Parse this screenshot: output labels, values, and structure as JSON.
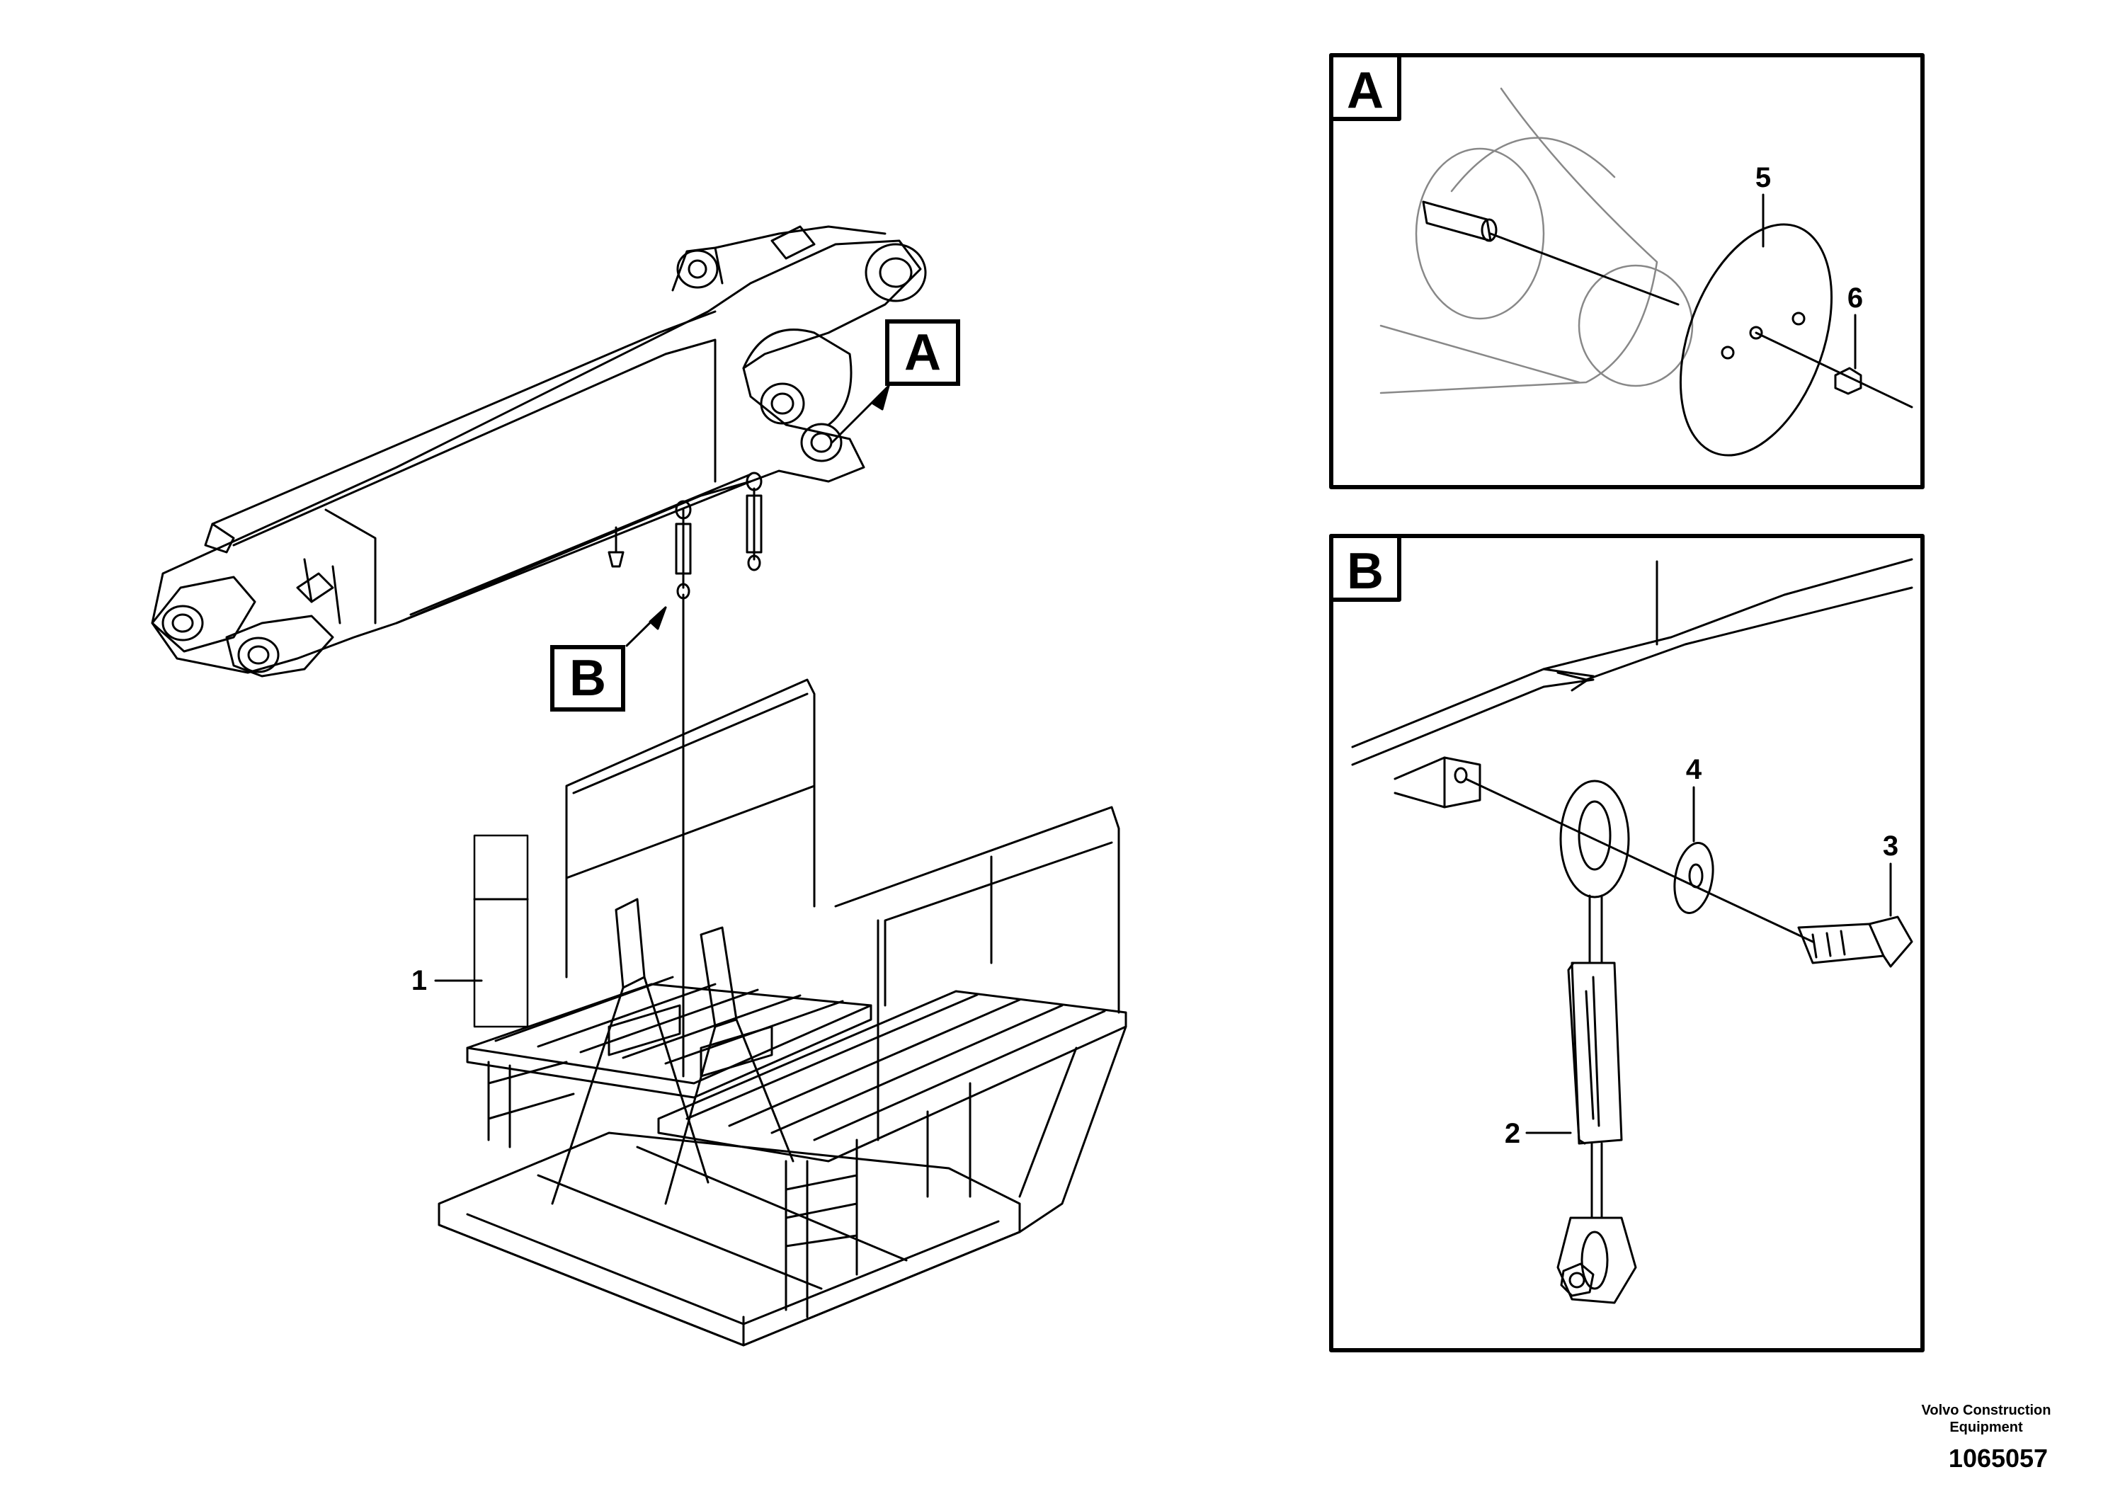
{
  "callouts": {
    "main_A": "A",
    "main_B": "B",
    "detail_A_title": "A",
    "detail_B_title": "B"
  },
  "part_numbers": {
    "p1": "1",
    "p2": "2",
    "p3": "3",
    "p4": "4",
    "p5": "5",
    "p6": "6"
  },
  "footer": {
    "company_line1": "Volvo Construction",
    "company_line2": "Equipment",
    "drawing_number": "1065057"
  }
}
